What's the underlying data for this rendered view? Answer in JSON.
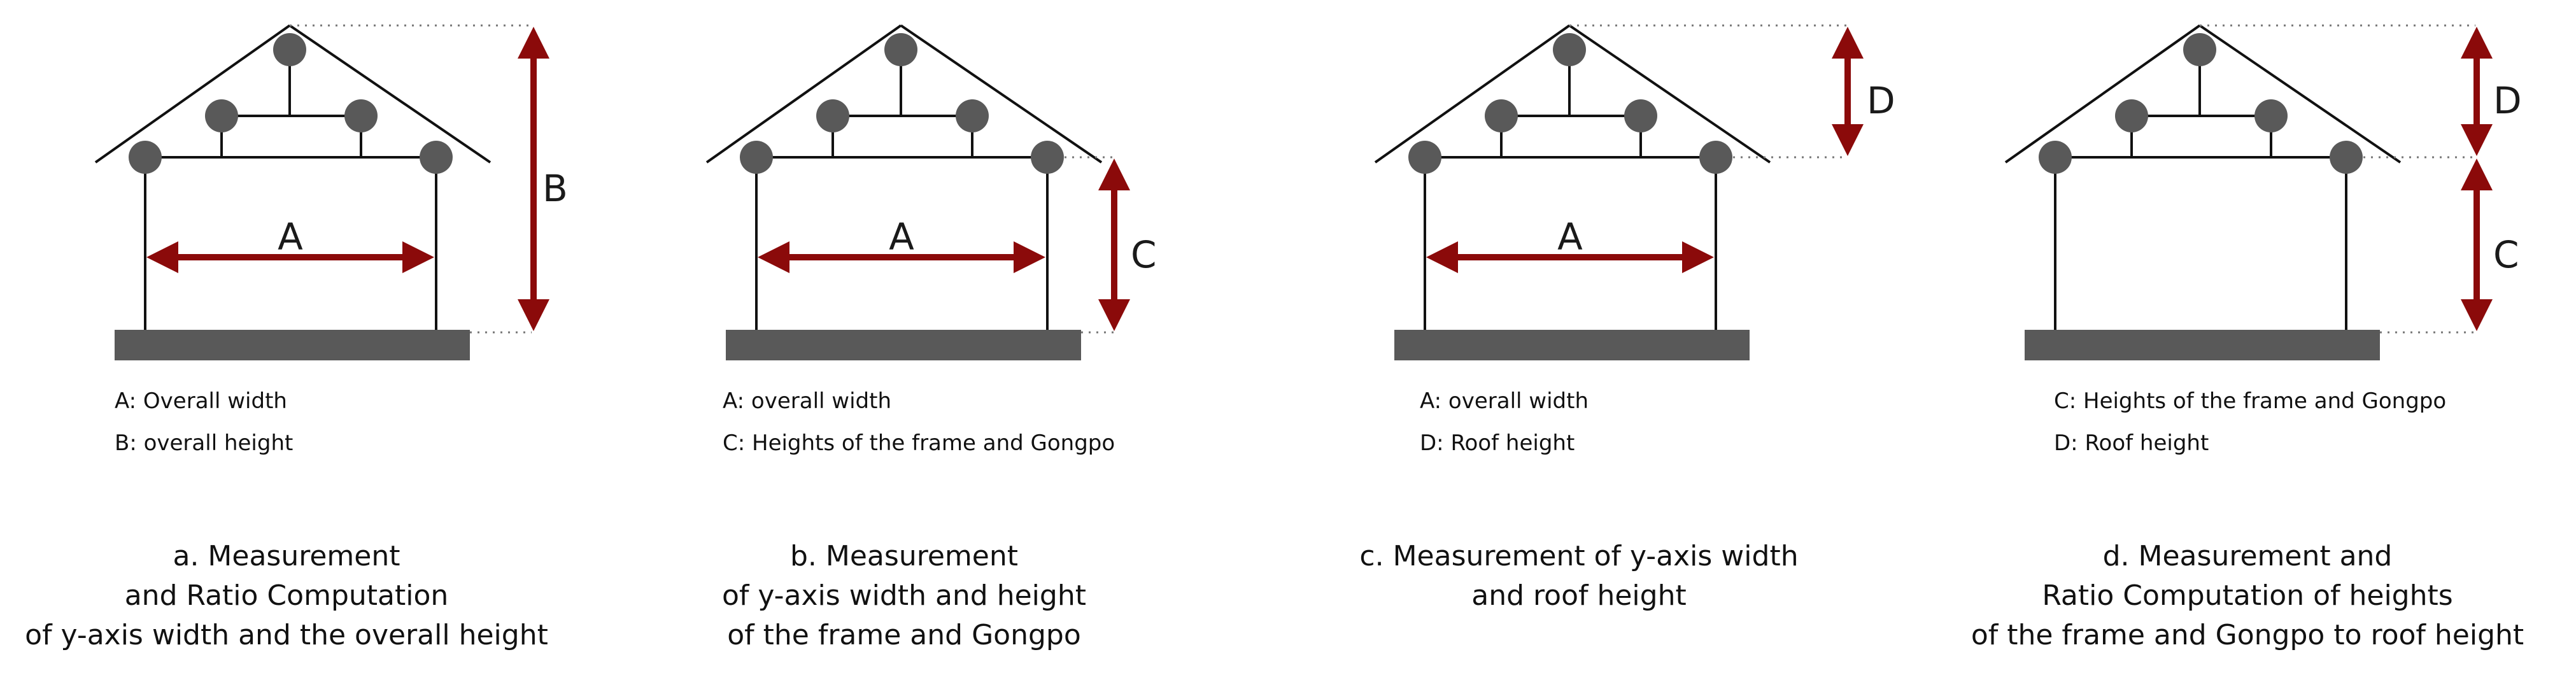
{
  "panels": [
    {
      "id": "a",
      "dim_labels": {
        "width": "A",
        "height": "B"
      },
      "legend": [
        "A:  Overall width",
        "B:  overall height"
      ],
      "caption": [
        "a.    Measurement",
        "and Ratio Computation",
        "of y-axis width and  the overall height"
      ]
    },
    {
      "id": "b",
      "dim_labels": {
        "width": "A",
        "height": "C"
      },
      "legend": [
        "A: overall width",
        "C: Heights of the frame and Gongpo"
      ],
      "caption": [
        "b. Measurement",
        "of y-axis width and height",
        "of the frame and Gongpo"
      ]
    },
    {
      "id": "c",
      "dim_labels": {
        "width": "A",
        "height": "D"
      },
      "legend": [
        "A: overall width",
        "D: Roof height"
      ],
      "caption": [
        "c. Measurement of y-axis width",
        "and roof height"
      ]
    },
    {
      "id": "d",
      "dim_labels": {
        "upper": "D",
        "lower": "C"
      },
      "legend": [
        "C: Heights of the frame and Gongpo",
        "D: Roof height"
      ],
      "caption": [
        "d.    Measurement and",
        "Ratio Computation of heights",
        "of the frame and Gongpo to roof height"
      ]
    }
  ],
  "colors": {
    "arrow": "#8b0a0a",
    "node": "#595959",
    "ground": "#595959",
    "line": "#111111",
    "guide": "#777777"
  }
}
